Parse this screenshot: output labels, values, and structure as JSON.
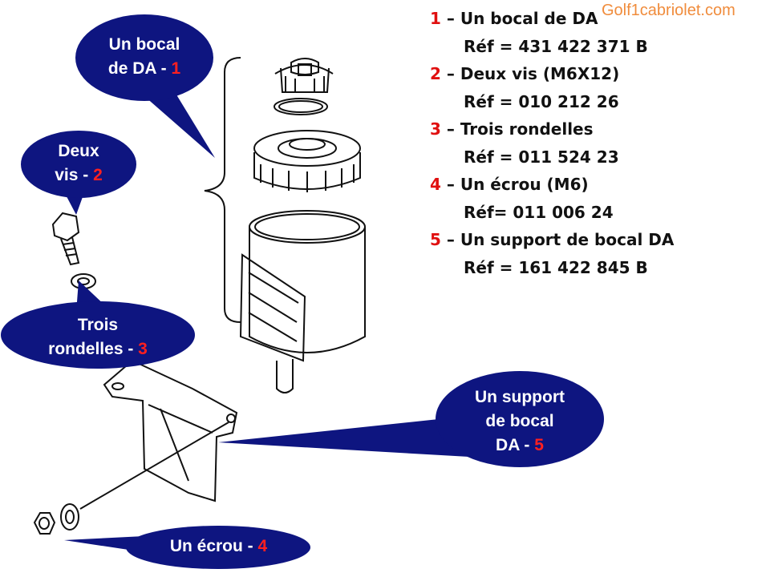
{
  "watermark": "Golf1cabriolet.com",
  "legend": [
    {
      "num": "1",
      "name": "– Un bocal de DA",
      "ref": "Réf = 431 422 371 B"
    },
    {
      "num": "2",
      "name": "– Deux vis (M6X12)",
      "ref": "Réf = 010 212 26"
    },
    {
      "num": "3",
      "name": "– Trois rondelles",
      "ref": "Réf =  011 524 23"
    },
    {
      "num": "4",
      "name": "– Un écrou (M6)",
      "ref": "Réf= 011 006 24"
    },
    {
      "num": "5",
      "name": "– Un support de bocal DA",
      "ref": "Réf = 161 422 845 B"
    }
  ],
  "callouts": {
    "bocal": {
      "line1": "Un bocal",
      "line2": "de DA - ",
      "num": "1"
    },
    "vis": {
      "line1": "Deux",
      "line2": "vis - ",
      "num": "2"
    },
    "rondelles": {
      "line1": "Trois",
      "line2": "rondelles - ",
      "num": "3"
    },
    "ecrou": {
      "line1": "Un écrou - ",
      "num": "4"
    },
    "support": {
      "line1": "Un support",
      "line2": "de bocal",
      "line3": "DA - ",
      "num": "5"
    }
  },
  "colors": {
    "bubble": "#0e1580",
    "number": "#ff2020",
    "watermark": "#f08c3c"
  }
}
